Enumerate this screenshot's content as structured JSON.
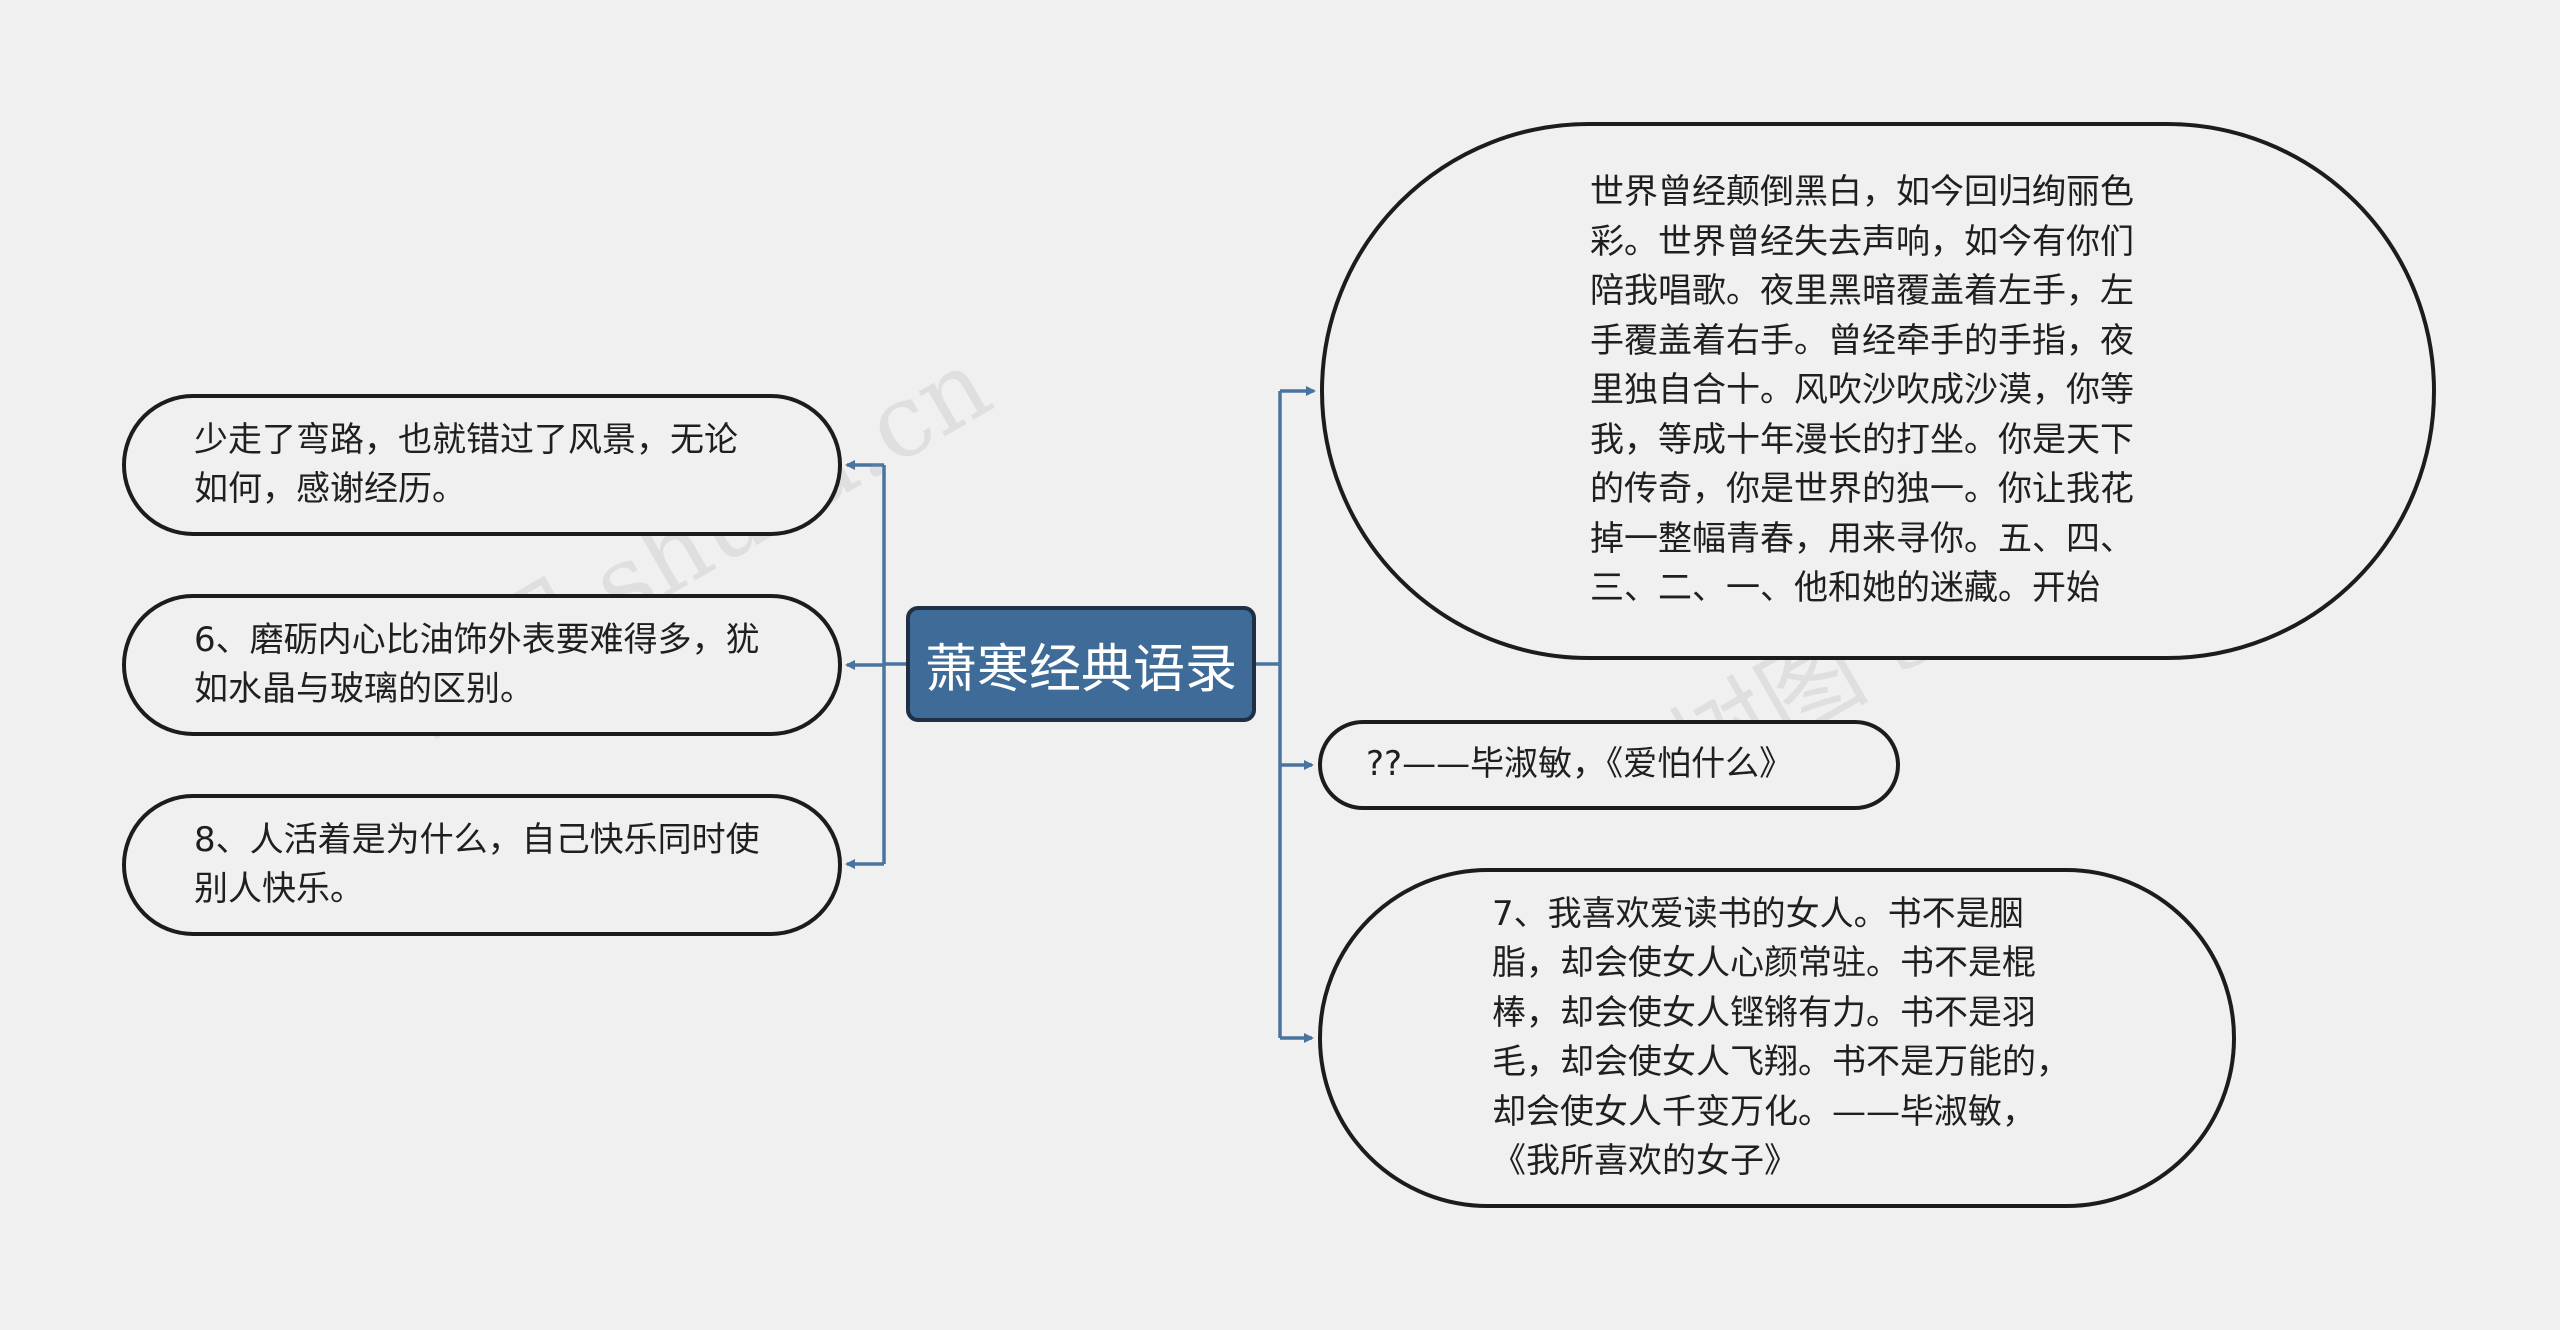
{
  "root": {
    "label": "萧寒经典语录"
  },
  "left_branches": [
    {
      "text": "少走了弯路，也就错过了风景，无论如何，感谢经历。"
    },
    {
      "text": "6、磨砺内心比油饰外表要难得多，犹如水晶与玻璃的区别。"
    },
    {
      "text": "8、人活着是为什么，自己快乐同时使别人快乐。"
    }
  ],
  "right_branches": [
    {
      "text": "世界曾经颠倒黑白，如今回归绚丽色彩。世界曾经失去声响，如今有你们陪我唱歌。夜里黑暗覆盖着左手，左手覆盖着右手。曾经牵手的手指，夜里独自合十。风吹沙吹成沙漠，你等我，等成十年漫长的打坐。你是天下的传奇，你是世界的独一。你让我花掉一整幅青春，用来寻你。五、四、三、二、一、他和她的迷藏。开始"
    },
    {
      "text": "??——毕淑敏，《爱怕什么》"
    },
    {
      "text": "7、我喜欢爱读书的女人。书不是胭脂，却会使女人心颜常驻。书不是棍棒，却会使女人铿锵有力。书不是羽毛，却会使女人飞翔。书不是万能的，却会使女人千变万化。——毕淑敏，《我所喜欢的女子》"
    }
  ],
  "watermark": {
    "text": "树图 shutu.cn"
  },
  "colors": {
    "background": "#f0f0f0",
    "root_fill": "#3e6b98",
    "connector": "#4a74a0",
    "node_border": "#1c1c1c"
  }
}
